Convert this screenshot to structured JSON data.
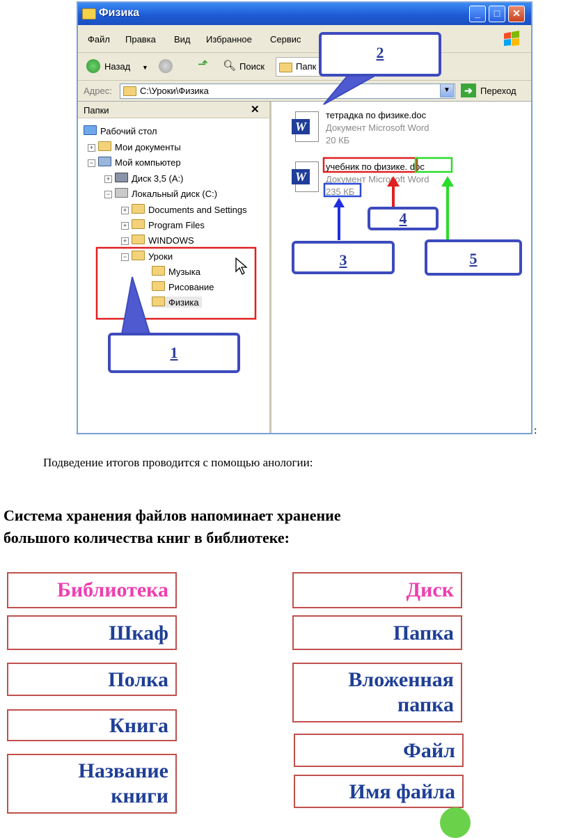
{
  "window": {
    "title": "Физика",
    "controls": [
      "_",
      "□",
      "✕"
    ]
  },
  "menu": [
    "Файл",
    "Правка",
    "Вид",
    "Избранное",
    "Сервис"
  ],
  "toolbar": {
    "back": "Назад",
    "search": "Поиск",
    "folders": "Папк"
  },
  "address": {
    "label": "Адрес:",
    "path": "C:\\Уроки\\Физика",
    "go": "Переход"
  },
  "folders_pane": {
    "title": "Папки",
    "close": "✕",
    "tree": [
      {
        "label": "Рабочий стол",
        "level": 0,
        "expander": ""
      },
      {
        "label": "Мои документы",
        "level": 1,
        "expander": "+"
      },
      {
        "label": "Мой компьютер",
        "level": 1,
        "expander": "−"
      },
      {
        "label": "Диск 3,5 (A:)",
        "level": 2,
        "expander": "+"
      },
      {
        "label": "Локальный диск (C:)",
        "level": 2,
        "expander": "−"
      },
      {
        "label": "Documents and Settings",
        "level": 3,
        "expander": "+"
      },
      {
        "label": "Program Files",
        "level": 3,
        "expander": "+"
      },
      {
        "label": "WINDOWS",
        "level": 3,
        "expander": "+"
      },
      {
        "label": "Уроки",
        "level": 3,
        "expander": "−"
      },
      {
        "label": "Музыка",
        "level": 4,
        "expander": ""
      },
      {
        "label": "Рисование",
        "level": 4,
        "expander": ""
      },
      {
        "label": "Физика",
        "level": 4,
        "expander": ""
      }
    ]
  },
  "files": [
    {
      "name": "тетрадка по физике.doc",
      "type": "Документ Microsoft Word",
      "size": "20 КБ"
    },
    {
      "name_base": "учебник по физике.",
      "name_ext": "doc",
      "type": "Документ Microsoft Word",
      "size": "235 КБ"
    }
  ],
  "callouts": [
    "1",
    "2",
    "3",
    "4",
    "5"
  ],
  "colon": ":",
  "caption": "Подведение итогов проводится с помощью анологии:",
  "heading": {
    "line1": "Система хранения файлов напоминает хранение",
    "line2": "большого количества книг в библиотеке:"
  },
  "analogy": {
    "left": [
      {
        "line1": "Библиотека",
        "line2": ""
      },
      {
        "line1": "Шкаф",
        "line2": ""
      },
      {
        "line1": "Полка",
        "line2": ""
      },
      {
        "line1": "Книга",
        "line2": ""
      },
      {
        "line1": "Название",
        "line2": "книги"
      }
    ],
    "right": [
      {
        "line1": "Диск",
        "line2": ""
      },
      {
        "line1": "Папка",
        "line2": ""
      },
      {
        "line1": "Вложенная",
        "line2": "папка"
      },
      {
        "line1": "Файл",
        "line2": ""
      },
      {
        "line1": "Имя файла",
        "line2": ""
      }
    ]
  },
  "colors": {
    "callout_blue": "#3d4bbd",
    "highlight_red": "#e02020",
    "highlight_green": "#2bdc2b",
    "box_border": "#c0504d",
    "analogy_blue": "#1f3f96",
    "analogy_pink": "#ee3fb0"
  }
}
